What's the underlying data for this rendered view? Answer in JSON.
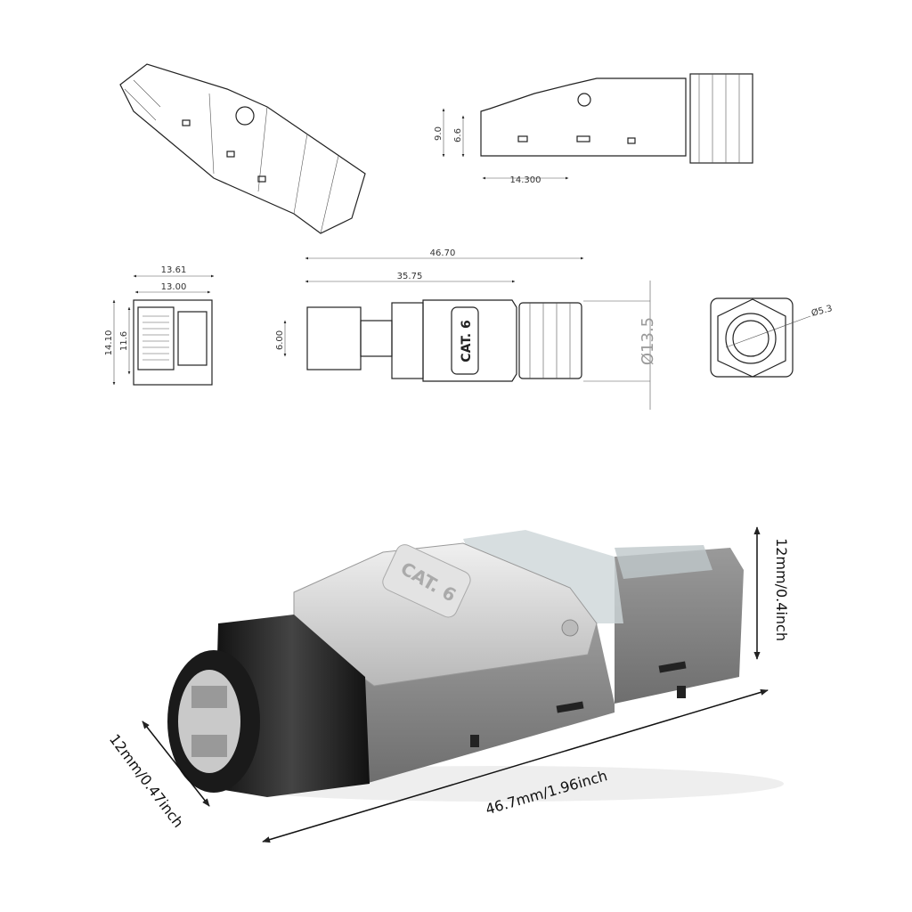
{
  "side_view": {
    "height_total": "9.0",
    "height_inner": "6.6",
    "length": "14.300"
  },
  "front_view": {
    "width_outer": "13.61",
    "width_inner": "13.00",
    "height_outer": "14.10",
    "height_inner": "11.6"
  },
  "top_view": {
    "overall_length": "46.70",
    "body_length": "35.75",
    "plug_width": "6.00",
    "label": "CAT. 6",
    "diameter": "Ø13.5"
  },
  "end_view": {
    "cable_diameter": "Ø5.3"
  },
  "product_photo": {
    "label": "CAT. 6",
    "height_measure": "12mm/0.4inch",
    "width_measure": "12mm/0.47inch",
    "length_measure": "46.7mm/1.96inch",
    "colors": {
      "body": "#8a8a8a",
      "shell": "#d9d9d9",
      "cap": "#1c1c1c"
    }
  }
}
